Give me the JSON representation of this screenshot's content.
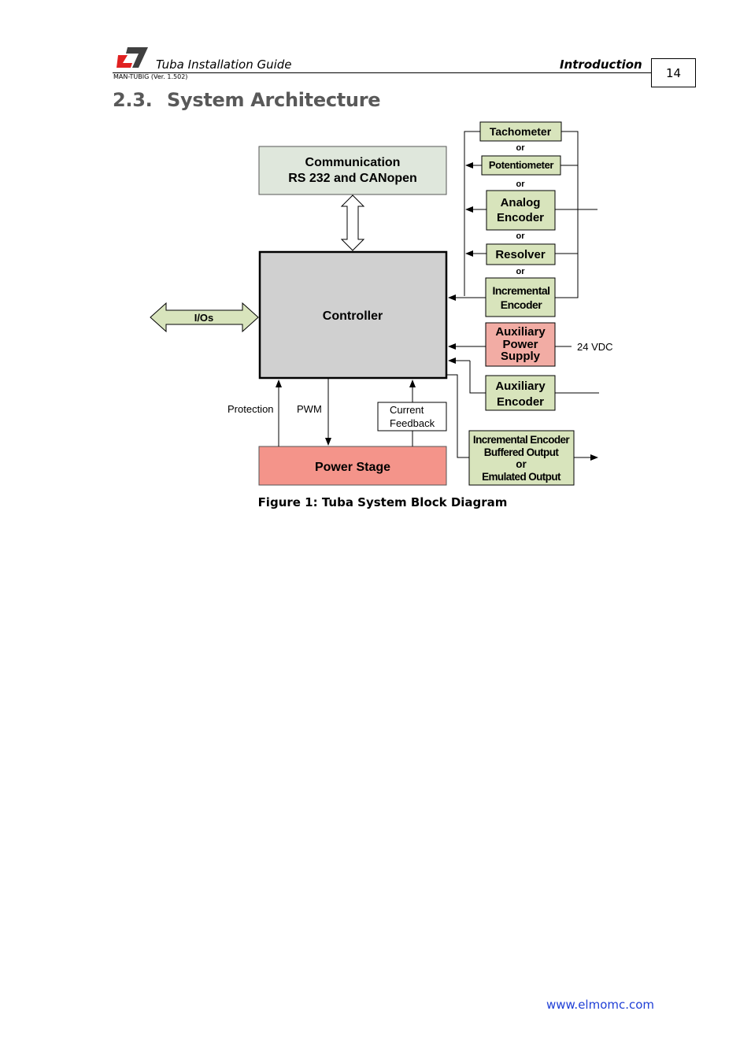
{
  "header": {
    "doc_title": "Tuba Installation Guide",
    "section": "Introduction",
    "doc_code": "MAN-TUBIG (Ver. 1.502)",
    "page_number": "14"
  },
  "heading": {
    "number": "2.3.",
    "title": "System Architecture"
  },
  "diagram": {
    "communication_line1": "Communication",
    "communication_line2": "RS 232 and CANopen",
    "controller": "Controller",
    "ios": "I/Os",
    "power_stage": "Power Stage",
    "protection": "Protection",
    "pwm": "PWM",
    "current_line1": "Current",
    "current_line2": "Feedback",
    "tachometer": "Tachometer",
    "potentiometer": "Potentiometer",
    "analog_line1": "Analog",
    "analog_line2": "Encoder",
    "resolver": "Resolver",
    "incremental_line1": "Incremental",
    "incremental_line2": "Encoder",
    "or": "or",
    "aux_power_line1": "Auxiliary",
    "aux_power_line2": "Power",
    "aux_power_line3": "Supply",
    "vdc": "24 VDC",
    "aux_encoder_line1": "Auxiliary",
    "aux_encoder_line2": "Encoder",
    "buffered_line1": "Incremental Encoder",
    "buffered_line2": "Buffered Output",
    "buffered_line3": "or",
    "buffered_line4": "Emulated Output"
  },
  "caption": "Figure 1: Tuba System Block Diagram",
  "footer": {
    "url": "www.elmomc.com"
  },
  "colors": {
    "heading": "#595959",
    "green_box": "#d8e4bc",
    "grey_green_box": "#dfe7dc",
    "controller": "#d0d0d0",
    "red_box": "#f4948a",
    "aux_power": "#f2aca4",
    "logo_red": "#e02020",
    "link": "#1f3fd6"
  }
}
